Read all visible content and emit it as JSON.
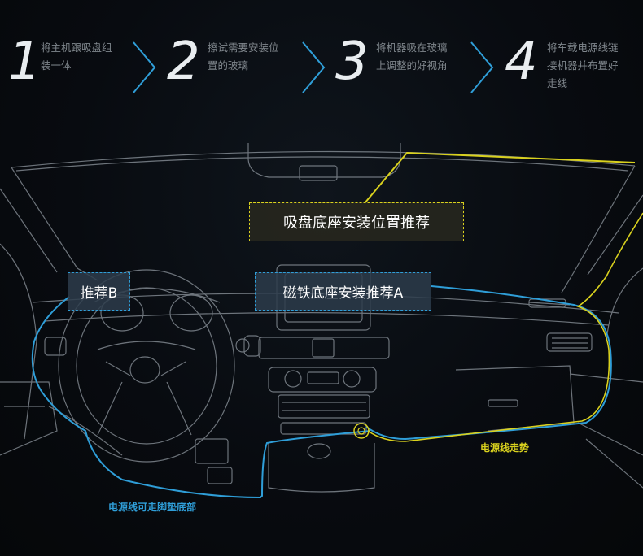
{
  "steps": [
    {
      "number": "1",
      "text": "将主机跟吸盘组\n装一体"
    },
    {
      "number": "2",
      "text": "擦试需要安装位\n置的玻璃"
    },
    {
      "number": "3",
      "text": "将机器吸在玻璃\n上调整的好视角"
    },
    {
      "number": "4",
      "text": "将车载电源线链\n接机器并布置好\n走线"
    }
  ],
  "labels": {
    "suction_mount": "吸盘底座安装位置推荐",
    "magnet_mount_a": "磁铁底座安装推荐A",
    "recommend_b": "推荐B",
    "cable_route": "电源线走势",
    "cable_floor": "电源线可走脚垫底部"
  },
  "colors": {
    "accent_blue": "#2f9ed8",
    "accent_yellow": "#d9d11e",
    "line_art": "#9aa2aa"
  }
}
